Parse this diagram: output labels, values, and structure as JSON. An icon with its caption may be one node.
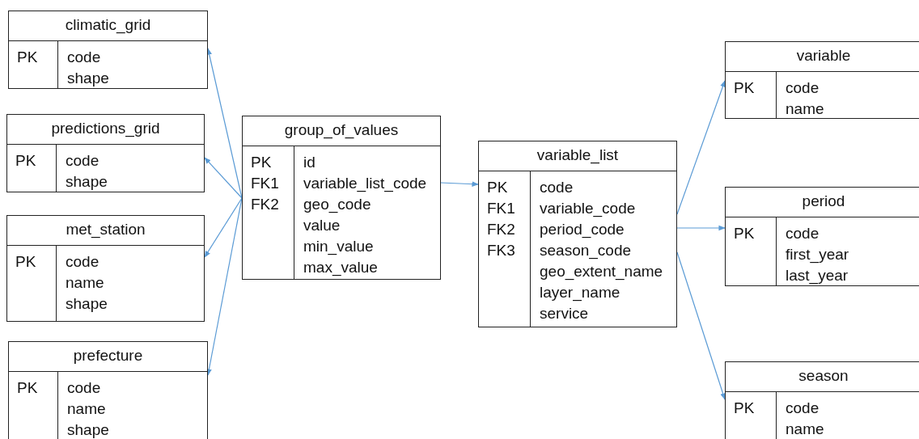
{
  "diagram": {
    "nodes": [
      {
        "text": [
          "climatic_grid",
          "PK",
          "code shape"
        ]
      },
      {
        "text": [
          "predictions_grid",
          "PK",
          "code shape"
        ]
      },
      {
        "text": [
          "met_station",
          "PK",
          "code name shape"
        ]
      },
      {
        "text": [
          "prefecture",
          "PK",
          "code name shape"
        ]
      },
      {
        "text": [
          "group_of_values",
          "PK FK1 FK2",
          "id variable_list_code geo_code value min_value max_value"
        ]
      },
      {
        "text": [
          "variable_list",
          "PK FK1 FK2 FK3",
          "code variable_code period_code season_code geo_extent_name layer_name service"
        ]
      },
      {
        "text": [
          "variable",
          "PK",
          "code name"
        ]
      },
      {
        "text": [
          "period",
          "PK",
          "code first_year last_year"
        ]
      },
      {
        "text": [
          "season",
          "PK",
          "code name"
        ]
      }
    ],
    "edges": [
      {
        "from": 4,
        "to": 0,
        "arrow": "to"
      },
      {
        "from": 4,
        "to": 1,
        "arrow": "to"
      },
      {
        "from": 4,
        "to": 2,
        "arrow": "to"
      },
      {
        "from": 4,
        "to": 3,
        "arrow": "to"
      },
      {
        "from": 4,
        "to": 5,
        "arrow": "to"
      },
      {
        "from": 5,
        "to": 6,
        "arrow": "to"
      },
      {
        "from": 5,
        "to": 7,
        "arrow": "to"
      },
      {
        "from": 5,
        "to": 8,
        "arrow": "to"
      }
    ]
  }
}
